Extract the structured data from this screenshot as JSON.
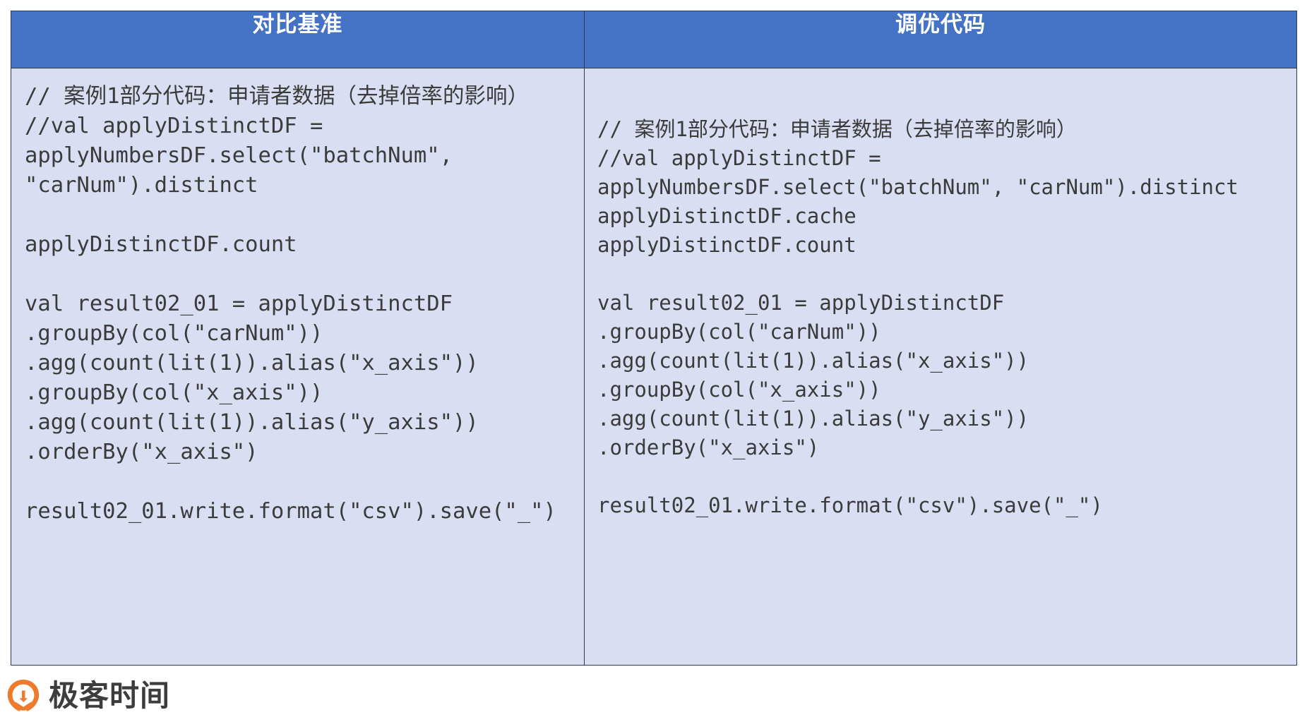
{
  "table": {
    "columns": [
      {
        "key": "baseline",
        "header": "对比基准",
        "code": "// 案例1部分代码：申请者数据（去掉倍率的影响）\n//val applyDistinctDF = applyNumbersDF.select(\"batchNum\", \"carNum\").distinct\n\napplyDistinctDF.count\n\nval result02_01 = applyDistinctDF\n.groupBy(col(\"carNum\"))\n.agg(count(lit(1)).alias(\"x_axis\"))\n.groupBy(col(\"x_axis\"))\n.agg(count(lit(1)).alias(\"y_axis\"))\n.orderBy(\"x_axis\")\n\nresult02_01.write.format(\"csv\").save(\"_\")"
      },
      {
        "key": "optimized",
        "header": "调优代码",
        "code": "// 案例1部分代码：申请者数据（去掉倍率的影响）\n//val applyDistinctDF =\napplyNumbersDF.select(\"batchNum\", \"carNum\").distinct\napplyDistinctDF.cache\napplyDistinctDF.count\n\nval result02_01 = applyDistinctDF\n.groupBy(col(\"carNum\"))\n.agg(count(lit(1)).alias(\"x_axis\"))\n.groupBy(col(\"x_axis\"))\n.agg(count(lit(1)).alias(\"y_axis\"))\n.orderBy(\"x_axis\")\n\nresult02_01.write.format(\"csv\").save(\"_\")"
      }
    ]
  },
  "brand": {
    "name": "极客时间",
    "mark_icon": "geek-time-logo-icon",
    "mark_color": "#EE7A2D"
  },
  "colors": {
    "header_blue": "#4472C4",
    "cell_lavender": "#D9DEF2",
    "border": "#2B3A55",
    "code_text": "#3B3B3B",
    "brand_orange": "#EE7A2D",
    "brand_text": "#3D3D3D"
  }
}
